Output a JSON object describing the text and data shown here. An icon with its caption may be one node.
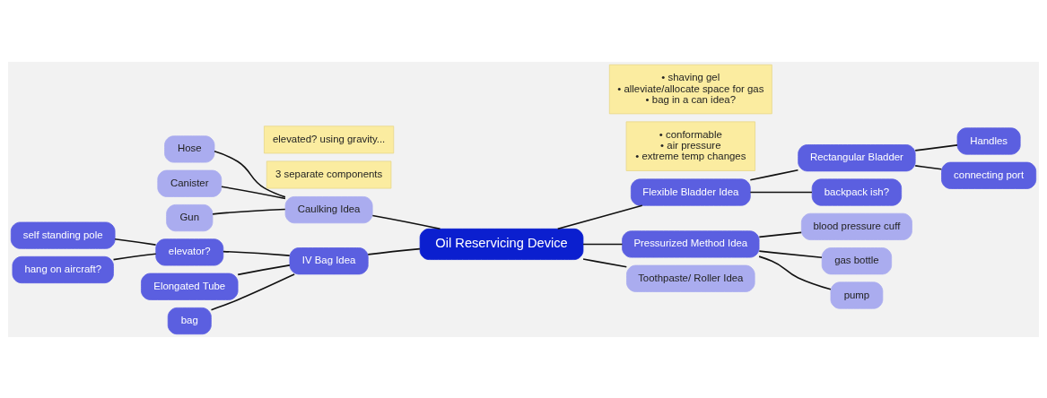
{
  "diagram": {
    "nodes": [
      {
        "text": [
          "Oil Reservicing Device"
        ]
      },
      {
        "text": [
          "Caulking Idea"
        ]
      },
      {
        "text": [
          "Hose"
        ]
      },
      {
        "text": [
          "Canister"
        ]
      },
      {
        "text": [
          "Gun"
        ]
      },
      {
        "text": [
          "IV Bag Idea"
        ]
      },
      {
        "text": [
          "elevator?"
        ]
      },
      {
        "text": [
          "self standing pole"
        ]
      },
      {
        "text": [
          "hang on aircraft?"
        ]
      },
      {
        "text": [
          "Elongated Tube"
        ]
      },
      {
        "text": [
          "bag"
        ]
      },
      {
        "text": [
          "Flexible Bladder Idea"
        ]
      },
      {
        "text": [
          "Rectangular Bladder"
        ]
      },
      {
        "text": [
          "Handles"
        ]
      },
      {
        "text": [
          "connecting port"
        ]
      },
      {
        "text": [
          "backpack ish?"
        ]
      },
      {
        "text": [
          "Pressurized Method Idea"
        ]
      },
      {
        "text": [
          "blood pressure cuff"
        ]
      },
      {
        "text": [
          "gas bottle"
        ]
      },
      {
        "text": [
          "pump"
        ]
      },
      {
        "text": [
          "Toothpaste/ Roller Idea"
        ]
      },
      {
        "text": [
          "3 separate components"
        ]
      },
      {
        "text": [
          "• conformable",
          "• air pressure",
          "• extreme temp changes"
        ]
      },
      {
        "text": [
          "elevated? using gravity..."
        ]
      },
      {
        "text": [
          "• shaving gel",
          "• alleviate/allocate space for gas",
          "• bag in a can idea?"
        ]
      }
    ],
    "edges": [
      {
        "from": 0,
        "to": 1,
        "arrow": "none"
      },
      {
        "from": 1,
        "to": 2,
        "arrow": "none"
      },
      {
        "from": 1,
        "to": 3,
        "arrow": "none"
      },
      {
        "from": 1,
        "to": 4,
        "arrow": "none"
      },
      {
        "from": 0,
        "to": 5,
        "arrow": "none"
      },
      {
        "from": 5,
        "to": 6,
        "arrow": "none"
      },
      {
        "from": 6,
        "to": 7,
        "arrow": "none"
      },
      {
        "from": 6,
        "to": 8,
        "arrow": "none"
      },
      {
        "from": 5,
        "to": 9,
        "arrow": "none"
      },
      {
        "from": 5,
        "to": 10,
        "arrow": "none"
      },
      {
        "from": 0,
        "to": 11,
        "arrow": "none"
      },
      {
        "from": 11,
        "to": 12,
        "arrow": "none"
      },
      {
        "from": 12,
        "to": 13,
        "arrow": "none"
      },
      {
        "from": 12,
        "to": 14,
        "arrow": "none"
      },
      {
        "from": 11,
        "to": 15,
        "arrow": "none"
      },
      {
        "from": 0,
        "to": 16,
        "arrow": "none"
      },
      {
        "from": 16,
        "to": 17,
        "arrow": "none"
      },
      {
        "from": 16,
        "to": 18,
        "arrow": "none"
      },
      {
        "from": 16,
        "to": 19,
        "arrow": "none"
      },
      {
        "from": 0,
        "to": 20,
        "arrow": "none"
      }
    ]
  }
}
